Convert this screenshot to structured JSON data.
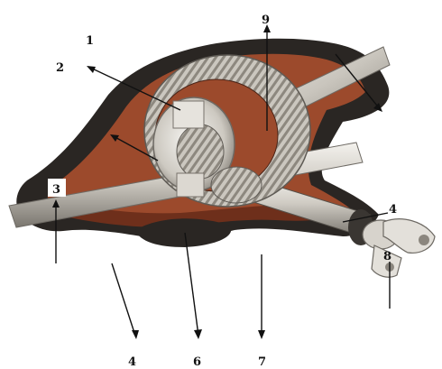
{
  "labels": {
    "l1": "1",
    "l2": "2",
    "l3": "3",
    "l4a": "4",
    "l4b": "4",
    "l6": "6",
    "l7": "7",
    "l8": "8",
    "l9": "9"
  },
  "colors": {
    "housing_shell": "#2a2623",
    "housing_interior": "#9c4a2c",
    "housing_interior_dark": "#6e2f1b",
    "metal_light": "#e9e7e2",
    "metal_mid": "#b9b5ad",
    "metal_dark": "#6e6a64",
    "arrow": "#111111"
  }
}
